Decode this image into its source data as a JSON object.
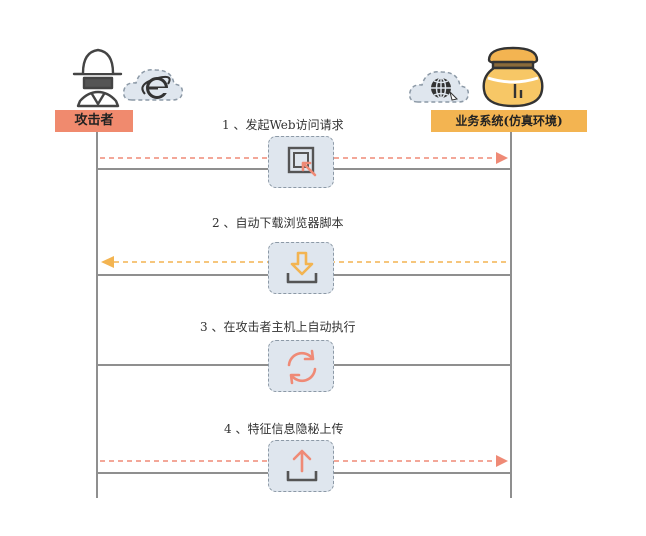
{
  "participants": {
    "attacker": {
      "label": "攻击者",
      "icon": "spy-icon",
      "color": "#f08a6e"
    },
    "browser": {
      "icon": "ie-browser-icon"
    },
    "server_globe": {
      "icon": "globe-cloud-icon"
    },
    "system": {
      "label": "业务系统(仿真环境)",
      "icon": "honeypot-jar-icon",
      "color": "#f3b451"
    }
  },
  "steps": [
    {
      "label": "1 、发起Web访问请求",
      "icon": "click-window-icon",
      "direction": "right",
      "arrow_color": "#ef8a76"
    },
    {
      "label": "2 、自动下载浏览器脚本",
      "icon": "download-icon",
      "direction": "left",
      "arrow_color": "#f3b451"
    },
    {
      "label": "3 、在攻击者主机上自动执行",
      "icon": "refresh-icon",
      "direction": "none",
      "arrow_color": "#ef8a76"
    },
    {
      "label": "4 、特征信息隐秘上传",
      "icon": "upload-icon",
      "direction": "right",
      "arrow_color": "#ef8a76"
    }
  ]
}
